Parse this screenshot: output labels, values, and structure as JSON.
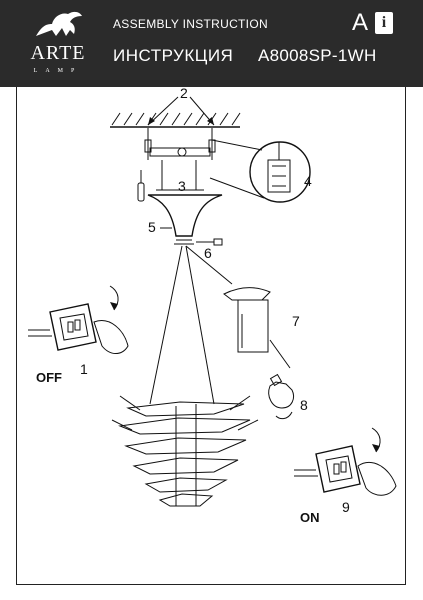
{
  "header": {
    "logo_text": "ARTE",
    "logo_sub": "LAMP",
    "title_en": "ASSEMBLY INSTRUCTION",
    "title_ru": "ИНСТРУКЦИЯ",
    "model": "A8008SP-1WH",
    "lang": "A",
    "info_icon": "i"
  },
  "steps": {
    "s1": "1",
    "s2": "2",
    "s3": "3",
    "s4": "4",
    "s5": "5",
    "s6": "6",
    "s7": "7",
    "s8": "8",
    "s9": "9"
  },
  "switch_labels": {
    "off": "OFF",
    "on": "ON"
  },
  "colors": {
    "header_bg": "#2b2b2b",
    "ink": "#111111"
  }
}
